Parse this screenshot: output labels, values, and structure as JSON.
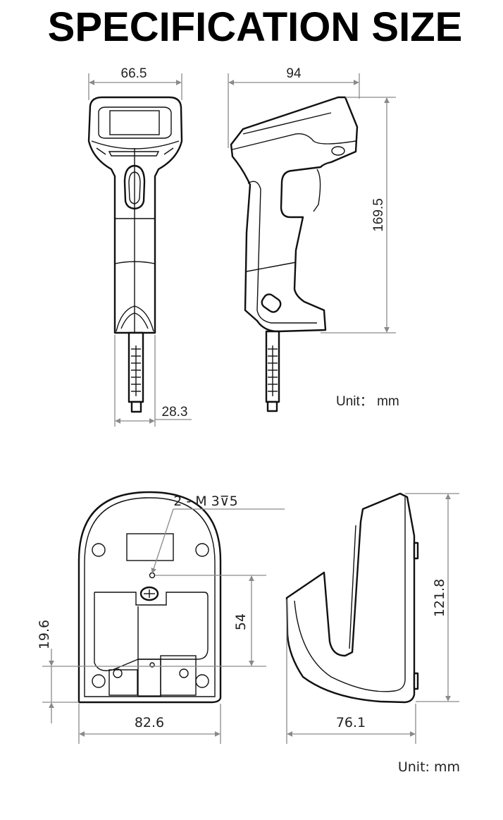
{
  "title": "SPECIFICATION SIZE",
  "scanner": {
    "front_width": "66.5",
    "side_depth": "94",
    "height": "169.5",
    "cable_base_width": "28.3",
    "unit": "Unit： mm"
  },
  "stand": {
    "screw_spec": "2 - M 3⊽5",
    "hole_spacing": "54",
    "hole_offset": "19.6",
    "width": "82.6",
    "depth": "76.1",
    "height": "121.8",
    "unit": "Unit: mm"
  }
}
